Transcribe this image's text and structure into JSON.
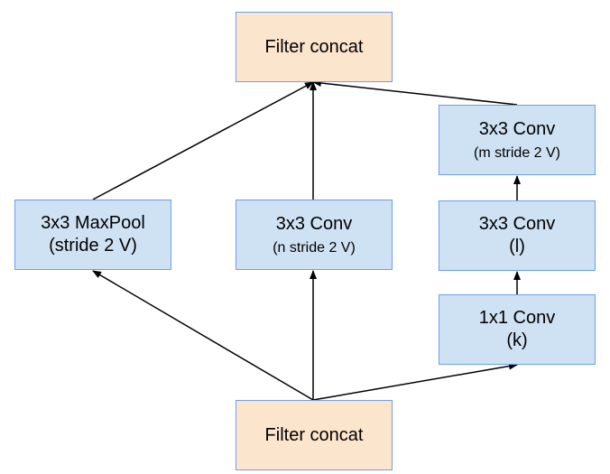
{
  "colors": {
    "concat_fill": "#fce5cd",
    "layer_fill": "#cfe2f3",
    "border": "#6d9eeb",
    "arrow": "#000000"
  },
  "nodes": {
    "filter_concat_top": {
      "line1": "Filter concat"
    },
    "maxpool": {
      "line1": "3x3 MaxPool",
      "line2": "(stride 2 V)"
    },
    "conv_n": {
      "line1": "3x3 Conv",
      "line2": "(n stride 2 V)"
    },
    "conv_m": {
      "line1": "3x3 Conv",
      "line2": "(m stride 2 V)"
    },
    "conv_l": {
      "line1": "3x3 Conv",
      "line2": "(l)"
    },
    "conv_k": {
      "line1": "1x1 Conv",
      "line2": "(k)"
    },
    "filter_concat_bottom": {
      "line1": "Filter concat"
    }
  }
}
